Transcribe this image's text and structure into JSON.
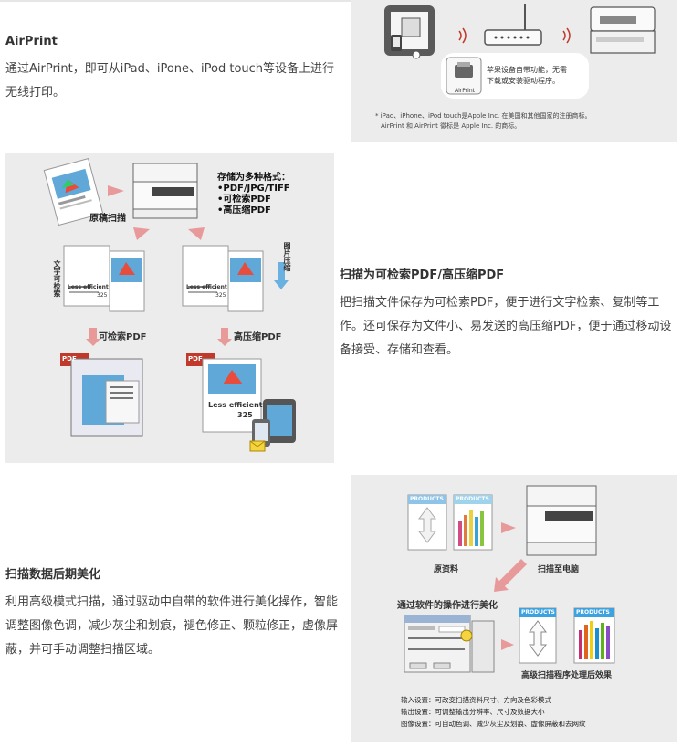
{
  "airprint": {
    "title": "AirPrint",
    "desc": "通过AirPrint，即可从iPad、iPone、iPod touch等设备上进行无线打印。",
    "bubble_icon_label": "AirPrint",
    "bubble_line1": "苹果设备自带功能，无需",
    "bubble_line2": "下载或安装驱动程序。",
    "note_line1": "* iPad、iPhone、iPod touch是Apple Inc. 在美国和其他国家的注册商标。",
    "note_line2": "AirPrint 和 AirPrint 徽标是 Apple Inc. 的商标。"
  },
  "scan_pdf": {
    "title": "扫描为可检索PDF/高压缩PDF",
    "desc": "把扫描文件保存为可检索PDF，便于进行文字检索、复制等工作。还可保存为文件小、易发送的高压缩PDF，便于通过移动设备接受、存储和查看。",
    "original_label": "原稿扫描",
    "formats_title": "存储为多种格式：",
    "formats": [
      "•PDF/JPG/TIFF",
      "•可检索PDF",
      "•高压缩PDF"
    ],
    "text_search_vertical": "文字可检索",
    "image_compress_vertical": "图片压缩",
    "searchable_label": "可检索PDF",
    "compressed_label": "高压缩PDF",
    "doc_heading": "Less efficient",
    "doc_number": "325",
    "pdf_badge": "PDF"
  },
  "beautify": {
    "title": "扫描数据后期美化",
    "desc": "利用高级模式扫描，通过驱动中自带的软件进行美化操作，智能调整图像色调，减少灰尘和划痕，褪色修正、颗粒修正，虚像屏蔽，并可手动调整扫描区域。",
    "products_label": "PRODUCTS",
    "original_label": "原资料",
    "scan_to_pc_label": "扫描至电脑",
    "software_title": "通过软件的操作进行美化",
    "result_label": "高级扫描程序处理后效果",
    "settings": [
      "输入设置：可改变扫描资料尺寸、方向及色彩模式",
      "输出设置：可调整输出分辨率、尺寸及数据大小",
      "图像设置：可自动色调、减少灰尘及划痕、虚像屏蔽和去网纹"
    ]
  }
}
